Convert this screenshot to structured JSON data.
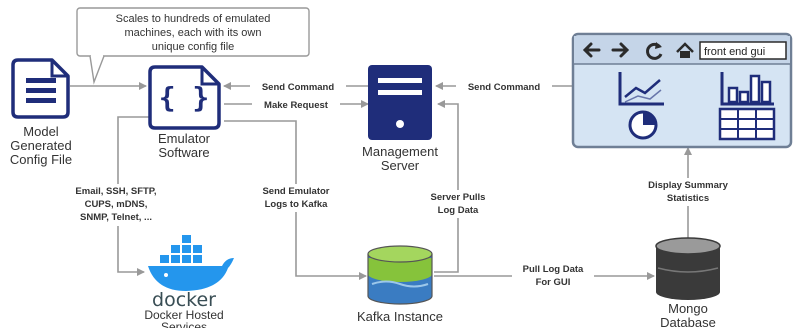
{
  "callout": {
    "line1": "Scales to hundreds of emulated",
    "line2": "machines, each with its own",
    "line3": "unique config file"
  },
  "nodes": {
    "model_config": {
      "line1": "Model",
      "line2": "Generated",
      "line3": "Config File"
    },
    "emulator": {
      "line1": "Emulator",
      "line2": "Software"
    },
    "management": {
      "line1": "Management",
      "line2": "Server"
    },
    "docker": {
      "logo_text": "docker",
      "line1": "Docker Hosted",
      "line2": "Services"
    },
    "kafka": {
      "line1": "Kafka Instance"
    },
    "mongo": {
      "line1": "Mongo",
      "line2": "Database"
    },
    "browser": {
      "url_text": "front end gui"
    }
  },
  "edges": {
    "send_command_1": "Send Command",
    "send_command_2": "Send Command",
    "make_request": "Make Request",
    "protocols": {
      "line1": "Email, SSH, SFTP,",
      "line2": "CUPS, mDNS,",
      "line3": "SNMP, Telnet, ..."
    },
    "send_logs": {
      "line1": "Send Emulator",
      "line2": "Logs to Kafka"
    },
    "server_pulls": {
      "line1": "Server Pulls",
      "line2": "Log Data"
    },
    "pull_log": {
      "line1": "Pull Log Data",
      "line2": "For GUI"
    },
    "display_summary": {
      "line1": "Display Summary",
      "line2": "Statistics"
    }
  },
  "icons": {
    "emulator_glyph": "{ }",
    "back": "back-arrow-icon",
    "forward": "forward-arrow-icon",
    "refresh": "refresh-icon",
    "home": "home-icon"
  },
  "colors": {
    "navy": "#1f2d7a",
    "connector": "#999999",
    "browser_bg": "#d5e4f3",
    "browser_border": "#6f7f95",
    "docker_blue": "#2496ed",
    "kafka_green": "#86c33b",
    "kafka_blue": "#3a7cc2"
  }
}
